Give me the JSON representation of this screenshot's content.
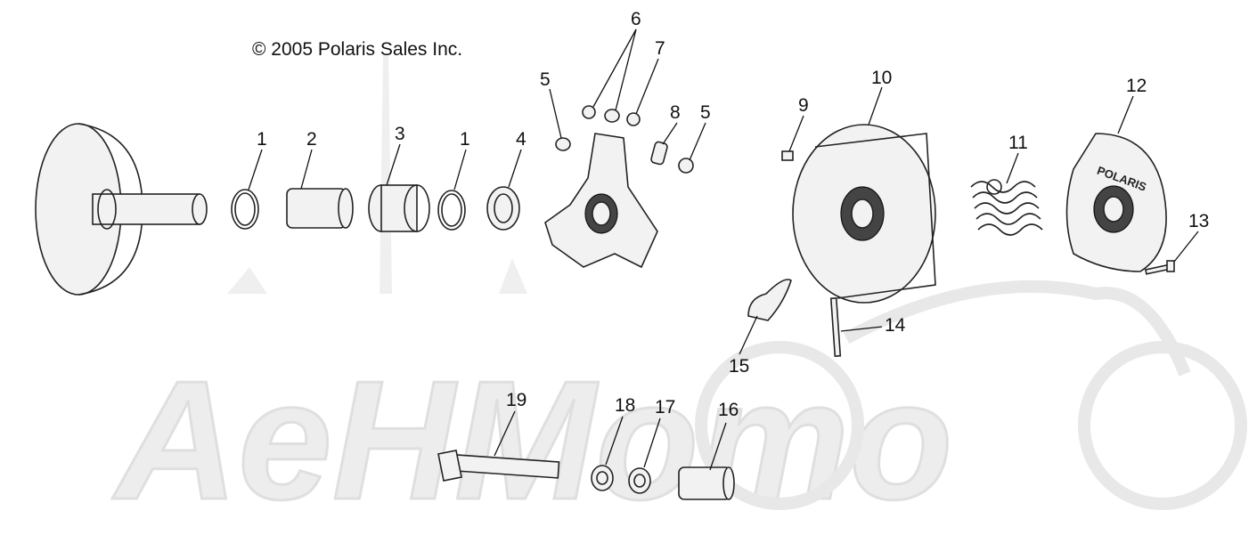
{
  "copyright": "© 2005 Polaris Sales Inc.",
  "watermark": "AeHMomo",
  "cover_brand": "POLARIS",
  "callouts": [
    {
      "id": "c1a",
      "label": "1"
    },
    {
      "id": "c2",
      "label": "2"
    },
    {
      "id": "c3",
      "label": "3"
    },
    {
      "id": "c1b",
      "label": "1"
    },
    {
      "id": "c4",
      "label": "4"
    },
    {
      "id": "c5a",
      "label": "5"
    },
    {
      "id": "c6",
      "label": "6"
    },
    {
      "id": "c7",
      "label": "7"
    },
    {
      "id": "c8",
      "label": "8"
    },
    {
      "id": "c5b",
      "label": "5"
    },
    {
      "id": "c9",
      "label": "9"
    },
    {
      "id": "c10",
      "label": "10"
    },
    {
      "id": "c11",
      "label": "11"
    },
    {
      "id": "c12",
      "label": "12"
    },
    {
      "id": "c13",
      "label": "13"
    },
    {
      "id": "c14",
      "label": "14"
    },
    {
      "id": "c15",
      "label": "15"
    },
    {
      "id": "c16",
      "label": "16"
    },
    {
      "id": "c17",
      "label": "17"
    },
    {
      "id": "c18",
      "label": "18"
    },
    {
      "id": "c19",
      "label": "19"
    }
  ]
}
